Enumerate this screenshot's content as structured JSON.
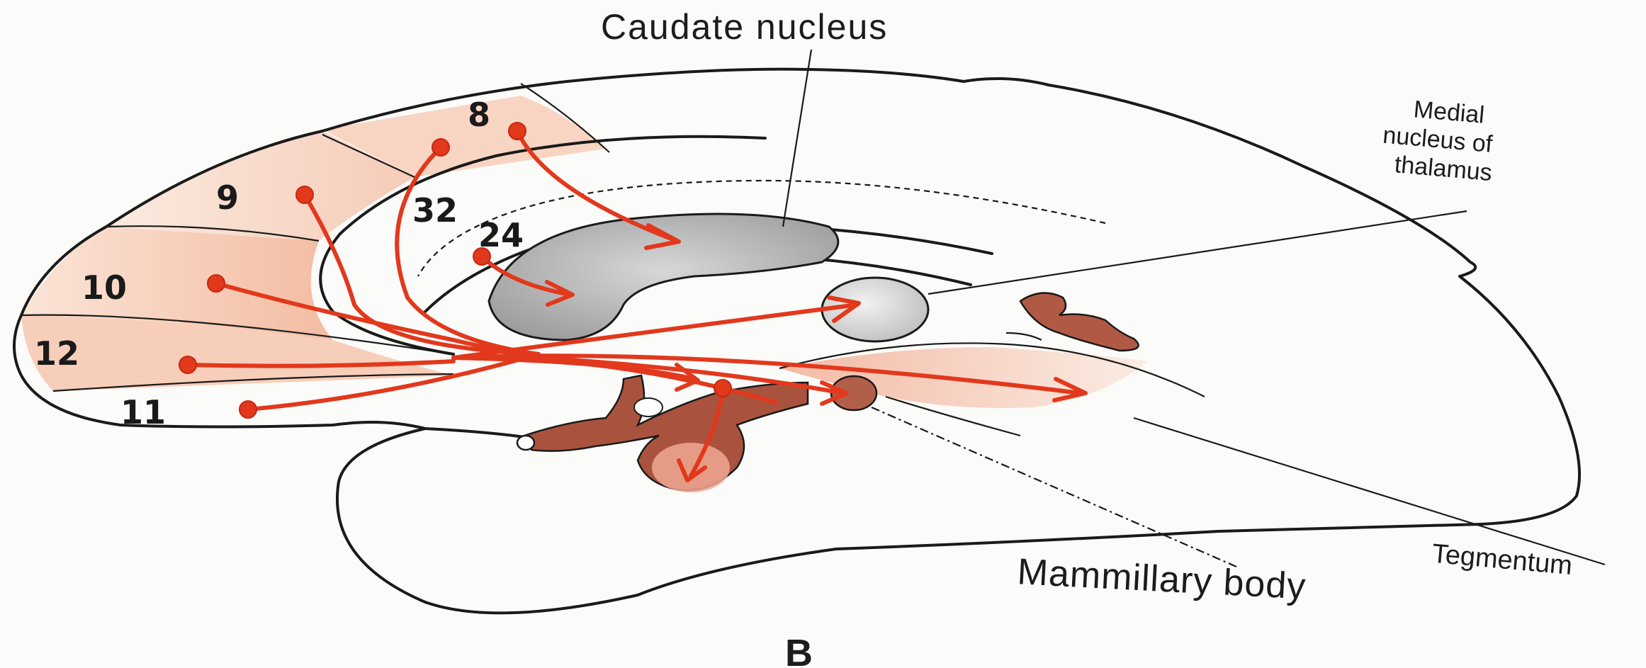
{
  "figure_label": "B",
  "labels": {
    "caudate_nucleus": "Caudate nucleus",
    "medial_nucleus_line1": "Medial",
    "medial_nucleus_line2": "nucleus of",
    "medial_nucleus_line3": "thalamus",
    "mammillary_body": "Mammillary body",
    "tegmentum": "Tegmentum"
  },
  "areas": {
    "a8": "8",
    "a9": "9",
    "a32": "32",
    "a24": "24",
    "a10": "10",
    "a12": "12",
    "a11": "11"
  },
  "colors": {
    "projection": "#e2381c",
    "cortex_tint": "#f6cbb4",
    "caudate_fill": "#b5b5b5",
    "brainstem_fill": "#b05a46"
  }
}
